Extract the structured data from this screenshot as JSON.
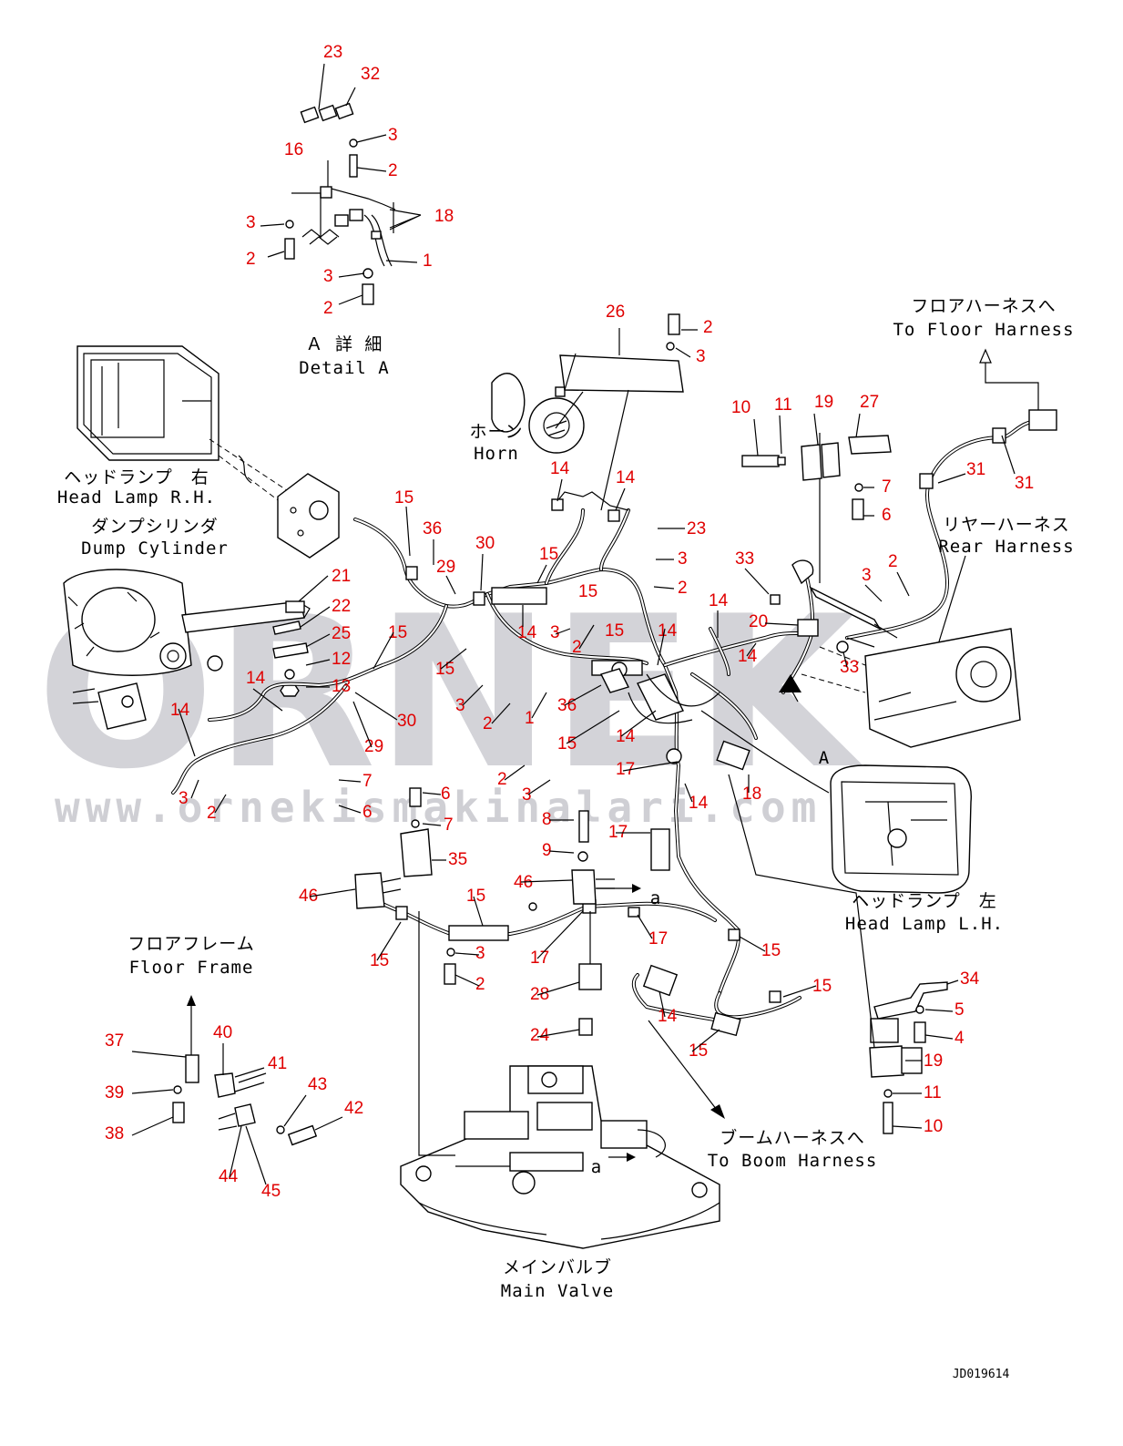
{
  "watermark": {
    "brand": "ORNEK",
    "url": "www.ornekismakinalari.com.tr"
  },
  "labels": {
    "detail_a_jp": "Ａ 詳 細",
    "detail_a_en": "Detail A",
    "horn_jp": "ホーン",
    "horn_en": "Horn",
    "head_lamp_rh_jp": "ヘッドランプ　右",
    "head_lamp_rh_en": "Head Lamp R.H.",
    "dump_cyl_jp": "ダンプシリンダ",
    "dump_cyl_en": "Dump Cylinder",
    "floor_harness_jp": "フロアハーネスへ",
    "floor_harness_en": "To Floor Harness",
    "rear_harness_jp": "リヤーハーネス",
    "rear_harness_en": "Rear Harness",
    "head_lamp_lh_jp": "ヘッドランプ　左",
    "head_lamp_lh_en": "Head Lamp L.H.",
    "floor_frame_jp": "フロアフレーム",
    "floor_frame_en": "Floor Frame",
    "boom_harness_jp": "ブームハーネスへ",
    "boom_harness_en": "To Boom Harness",
    "main_valve_jp": "メインバルブ",
    "main_valve_en": "Main Valve",
    "view_a": "A",
    "connector_a": "a",
    "drawing_code": "JD019614"
  },
  "callouts": [
    {
      "id": "c23a",
      "text": "23"
    },
    {
      "id": "c32",
      "text": "32"
    },
    {
      "id": "c3a",
      "text": "3"
    },
    {
      "id": "c16",
      "text": "16"
    },
    {
      "id": "c2a",
      "text": "2"
    },
    {
      "id": "c18a",
      "text": "18"
    },
    {
      "id": "c3b",
      "text": "3"
    },
    {
      "id": "c2b",
      "text": "2"
    },
    {
      "id": "c1a",
      "text": "1"
    },
    {
      "id": "c3c",
      "text": "3"
    },
    {
      "id": "c2c",
      "text": "2"
    },
    {
      "id": "c26",
      "text": "26"
    },
    {
      "id": "c2d",
      "text": "2"
    },
    {
      "id": "c3d",
      "text": "3"
    },
    {
      "id": "c10a",
      "text": "10"
    },
    {
      "id": "c11a",
      "text": "11"
    },
    {
      "id": "c19a",
      "text": "19"
    },
    {
      "id": "c27",
      "text": "27"
    },
    {
      "id": "c31a",
      "text": "31"
    },
    {
      "id": "c31b",
      "text": "31"
    },
    {
      "id": "c7a",
      "text": "7"
    },
    {
      "id": "c6a",
      "text": "6"
    },
    {
      "id": "c14a",
      "text": "14"
    },
    {
      "id": "c14b",
      "text": "14"
    },
    {
      "id": "c23b",
      "text": "23"
    },
    {
      "id": "c3e",
      "text": "3"
    },
    {
      "id": "c2e",
      "text": "2"
    },
    {
      "id": "c15a",
      "text": "15"
    },
    {
      "id": "c36a",
      "text": "36"
    },
    {
      "id": "c30a",
      "text": "30"
    },
    {
      "id": "c29a",
      "text": "29"
    },
    {
      "id": "c15b",
      "text": "15"
    },
    {
      "id": "c15c",
      "text": "15"
    },
    {
      "id": "c14c",
      "text": "14"
    },
    {
      "id": "c3f",
      "text": "3"
    },
    {
      "id": "c2f",
      "text": "2"
    },
    {
      "id": "c15d",
      "text": "15"
    },
    {
      "id": "c14d",
      "text": "14"
    },
    {
      "id": "c14e",
      "text": "14"
    },
    {
      "id": "c33a",
      "text": "33"
    },
    {
      "id": "c3g",
      "text": "3"
    },
    {
      "id": "c2g",
      "text": "2"
    },
    {
      "id": "c20",
      "text": "20"
    },
    {
      "id": "c14f",
      "text": "14"
    },
    {
      "id": "c33b",
      "text": "33"
    },
    {
      "id": "c21",
      "text": "21"
    },
    {
      "id": "c22",
      "text": "22"
    },
    {
      "id": "c25",
      "text": "25"
    },
    {
      "id": "c12",
      "text": "12"
    },
    {
      "id": "c13",
      "text": "13"
    },
    {
      "id": "c14g",
      "text": "14"
    },
    {
      "id": "c15e",
      "text": "15"
    },
    {
      "id": "c15f",
      "text": "15"
    },
    {
      "id": "c30b",
      "text": "30"
    },
    {
      "id": "c29b",
      "text": "29"
    },
    {
      "id": "c3h",
      "text": "3"
    },
    {
      "id": "c2h",
      "text": "2"
    },
    {
      "id": "c1b",
      "text": "1"
    },
    {
      "id": "c36b",
      "text": "36"
    },
    {
      "id": "c15g",
      "text": "15"
    },
    {
      "id": "c14h",
      "text": "14"
    },
    {
      "id": "c14i",
      "text": "14"
    },
    {
      "id": "c3i",
      "text": "3"
    },
    {
      "id": "c2i",
      "text": "2"
    },
    {
      "id": "c7b",
      "text": "7"
    },
    {
      "id": "c6b",
      "text": "6"
    },
    {
      "id": "c6c",
      "text": "6"
    },
    {
      "id": "c7c",
      "text": "7"
    },
    {
      "id": "c2j",
      "text": "2"
    },
    {
      "id": "c3j",
      "text": "3"
    },
    {
      "id": "c17a",
      "text": "17"
    },
    {
      "id": "c14j",
      "text": "14"
    },
    {
      "id": "c18b",
      "text": "18"
    },
    {
      "id": "c8",
      "text": "8"
    },
    {
      "id": "c9",
      "text": "9"
    },
    {
      "id": "c17b",
      "text": "17"
    },
    {
      "id": "c35",
      "text": "35"
    },
    {
      "id": "c46a",
      "text": "46"
    },
    {
      "id": "c46b",
      "text": "46"
    },
    {
      "id": "c15h",
      "text": "15"
    },
    {
      "id": "c15i",
      "text": "15"
    },
    {
      "id": "c17c",
      "text": "17"
    },
    {
      "id": "c17d",
      "text": "17"
    },
    {
      "id": "c3k",
      "text": "3"
    },
    {
      "id": "c2k",
      "text": "2"
    },
    {
      "id": "c15j",
      "text": "15"
    },
    {
      "id": "c15k",
      "text": "15"
    },
    {
      "id": "c28",
      "text": "28"
    },
    {
      "id": "c14k",
      "text": "14"
    },
    {
      "id": "c24",
      "text": "24"
    },
    {
      "id": "c15l",
      "text": "15"
    },
    {
      "id": "c34",
      "text": "34"
    },
    {
      "id": "c5",
      "text": "5"
    },
    {
      "id": "c4",
      "text": "4"
    },
    {
      "id": "c19b",
      "text": "19"
    },
    {
      "id": "c11b",
      "text": "11"
    },
    {
      "id": "c10b",
      "text": "10"
    },
    {
      "id": "c37",
      "text": "37"
    },
    {
      "id": "c40",
      "text": "40"
    },
    {
      "id": "c41",
      "text": "41"
    },
    {
      "id": "c39",
      "text": "39"
    },
    {
      "id": "c43",
      "text": "43"
    },
    {
      "id": "c42",
      "text": "42"
    },
    {
      "id": "c38",
      "text": "38"
    },
    {
      "id": "c44",
      "text": "44"
    },
    {
      "id": "c45",
      "text": "45"
    }
  ]
}
